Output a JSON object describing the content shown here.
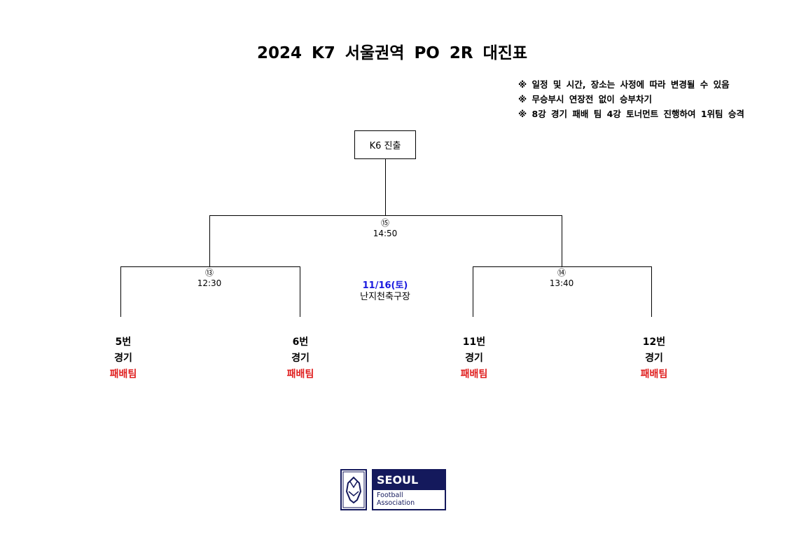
{
  "title": "2024 K7 서울권역 PO 2R 대진표",
  "notes": [
    "※ 일정 및 시간, 장소는 사정에 따라 변경될 수 있음",
    "※ 무승부시 연장전 없이 승부차기",
    "※ 8강 경기 패배 팀 4강 토너먼트 진행하여 1위팀 승격"
  ],
  "final_box": "K6 진출",
  "matches": {
    "m15": {
      "num": "⑮",
      "time": "14:50"
    },
    "m13": {
      "num": "⑬",
      "time": "12:30"
    },
    "m14": {
      "num": "⑭",
      "time": "13:40"
    }
  },
  "date": "11/16(토)",
  "venue": "난지천축구장",
  "teams": [
    {
      "line1": "5번",
      "line2": "경기",
      "line3": "패배팀"
    },
    {
      "line1": "6번",
      "line2": "경기",
      "line3": "패배팀"
    },
    {
      "line1": "11번",
      "line2": "경기",
      "line3": "패배팀"
    },
    {
      "line1": "12번",
      "line2": "경기",
      "line3": "패배팀"
    }
  ],
  "logo": {
    "name": "SEOUL",
    "sub1": "Football",
    "sub2": "Association"
  },
  "colors": {
    "loser": "#e02020",
    "date": "#1a1adf",
    "logo": "#14195c"
  }
}
